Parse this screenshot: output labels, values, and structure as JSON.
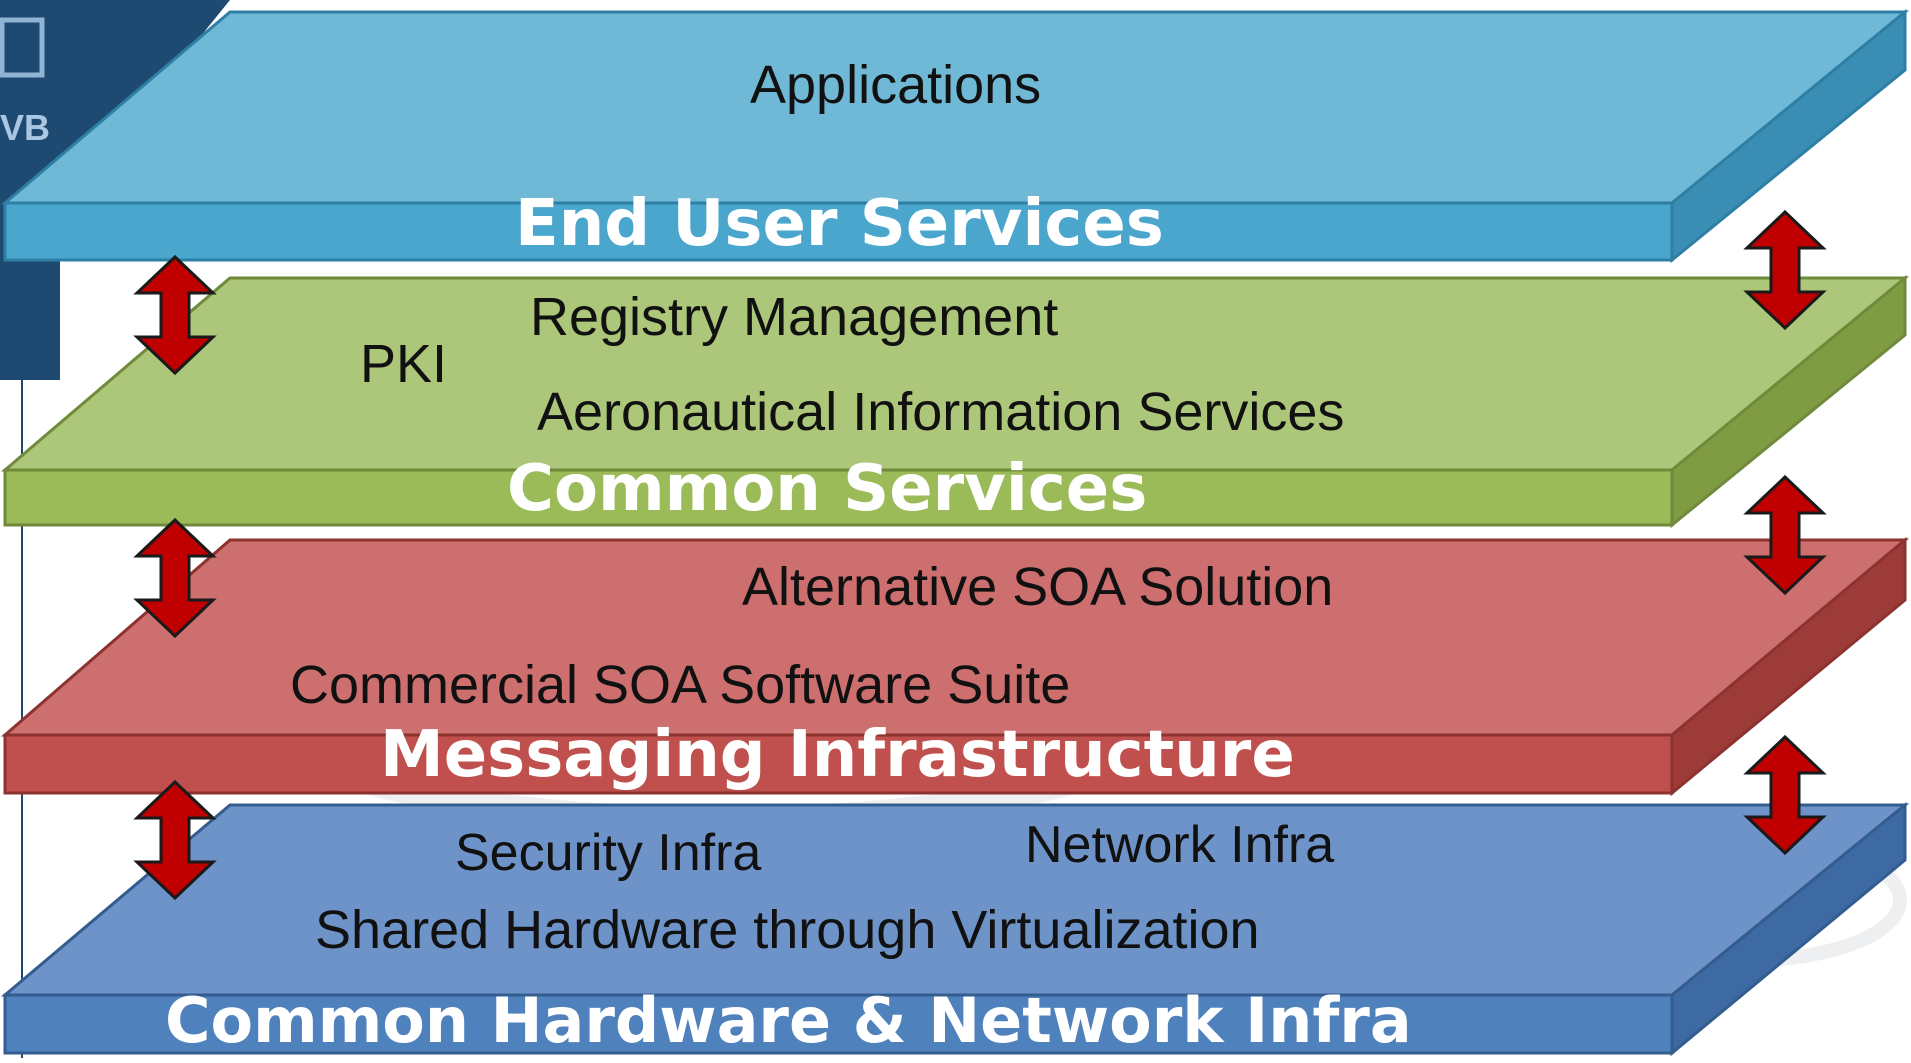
{
  "diagram": {
    "layers": [
      {
        "id": "end-user",
        "title": "End User Services",
        "labels": [
          "Applications"
        ],
        "colors": {
          "top": "#6fb8d6",
          "front": "#4aa6cc",
          "side": "#3a8eb3",
          "edge": "#2e7fa6"
        }
      },
      {
        "id": "common-services",
        "title": "Common Services",
        "labels": [
          "Registry Management",
          "PKI",
          "Aeronautical Information Services"
        ],
        "colors": {
          "top": "#adc77a",
          "front": "#9bbb59",
          "side": "#7f9c43",
          "edge": "#6f8a3a"
        }
      },
      {
        "id": "messaging",
        "title": "Messaging Infrastructure",
        "labels": [
          "Alternative SOA Solution",
          "Commercial SOA Software Suite"
        ],
        "colors": {
          "top": "#cd6f6f",
          "front": "#c0504d",
          "side": "#9c3b38",
          "edge": "#8c3330"
        }
      },
      {
        "id": "hardware",
        "title": "Common Hardware & Network Infra",
        "labels": [
          "Security Infra",
          "Network Infra",
          "Shared Hardware through Virtualization"
        ],
        "colors": {
          "top": "#6d93c8",
          "front": "#4f81bd",
          "side": "#3d6aa3",
          "edge": "#335c8f"
        }
      }
    ],
    "arrow_color": "#c00000",
    "corner_logo_text": "VB"
  }
}
